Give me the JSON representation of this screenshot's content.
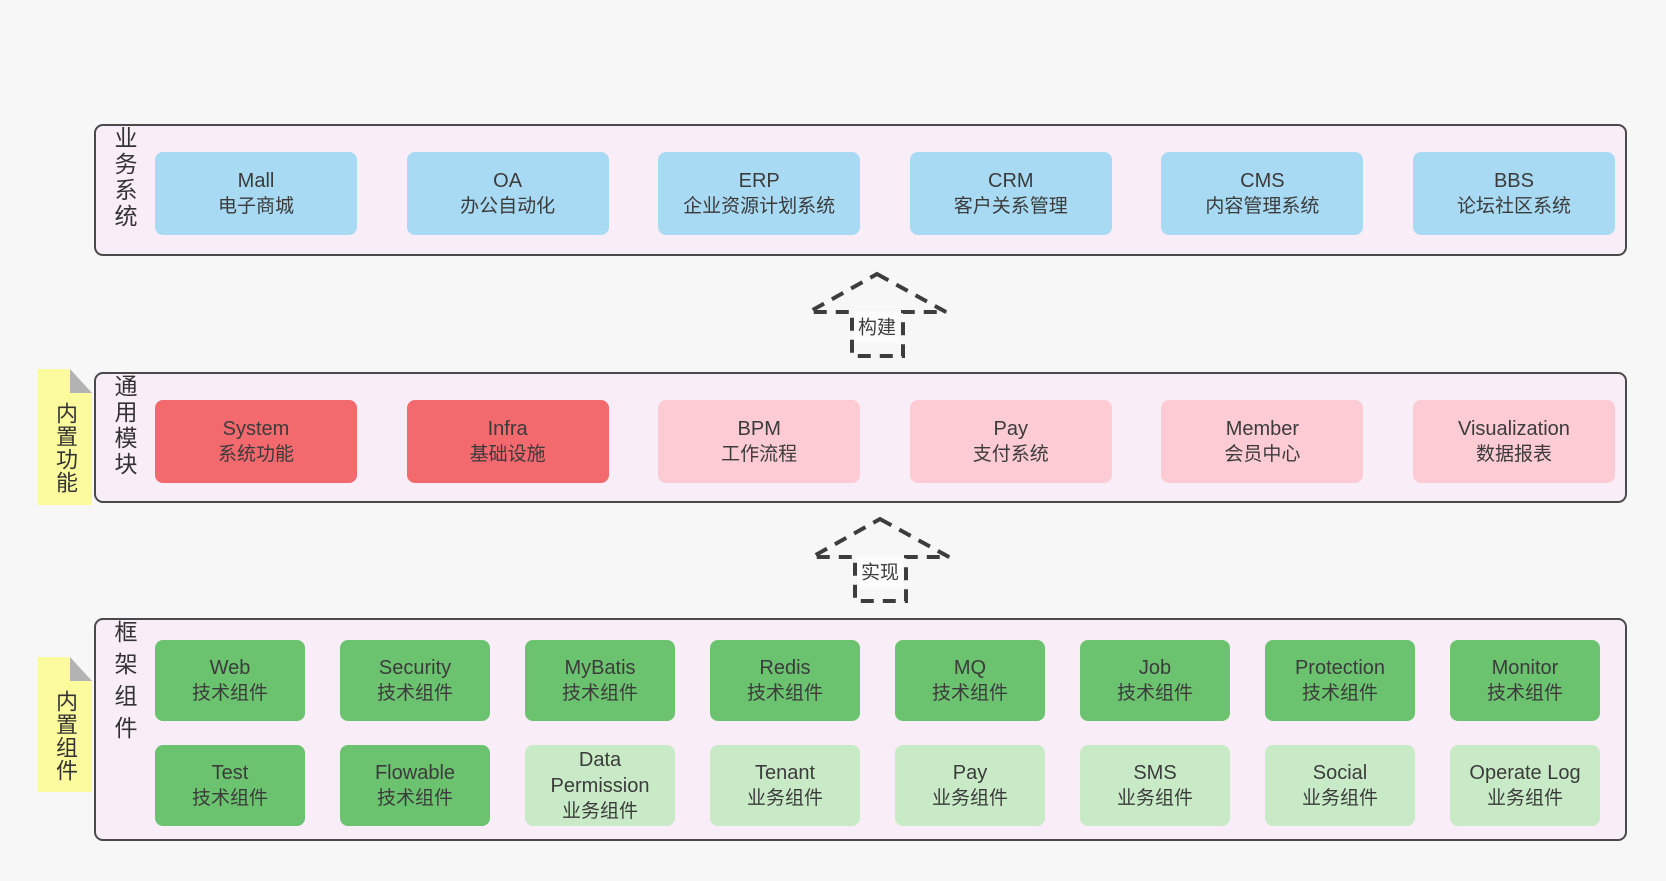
{
  "colors": {
    "page_bg": "#f7f7f7",
    "band_bg": "#f9eef7",
    "band_border": "#4a4a4a",
    "blue_box": "#a8daf3",
    "red_box": "#f2696e",
    "pink_box": "#fccbd4",
    "green_box": "#6cc36f",
    "light_green_box": "#c9eac6",
    "sticky_yellow": "#fbfb9e",
    "sticky_fold_gray": "#b3b3b3",
    "arrow_stroke": "#3d3d3d",
    "text": "#3b3b3b"
  },
  "bands": [
    {
      "side_label": "业务系统",
      "boxes": [
        {
          "name": "Mall",
          "desc": "电子商城",
          "variant": "blue"
        },
        {
          "name": "OA",
          "desc": "办公自动化",
          "variant": "blue"
        },
        {
          "name": "ERP",
          "desc": "企业资源计划系统",
          "variant": "blue"
        },
        {
          "name": "CRM",
          "desc": "客户关系管理",
          "variant": "blue"
        },
        {
          "name": "CMS",
          "desc": "内容管理系统",
          "variant": "blue"
        },
        {
          "name": "BBS",
          "desc": "论坛社区系统",
          "variant": "blue"
        }
      ]
    },
    {
      "side_label": "通用模块",
      "sticky": "内置功能",
      "boxes": [
        {
          "name": "System",
          "desc": "系统功能",
          "variant": "red"
        },
        {
          "name": "Infra",
          "desc": "基础设施",
          "variant": "red"
        },
        {
          "name": "BPM",
          "desc": "工作流程",
          "variant": "pink"
        },
        {
          "name": "Pay",
          "desc": "支付系统",
          "variant": "pink"
        },
        {
          "name": "Member",
          "desc": "会员中心",
          "variant": "pink"
        },
        {
          "name": "Visualization",
          "desc": "数据报表",
          "variant": "pink"
        }
      ]
    },
    {
      "side_label": "框架组件",
      "sticky": "内置组件",
      "rows": [
        [
          {
            "name": "Web",
            "desc": "技术组件",
            "variant": "green"
          },
          {
            "name": "Security",
            "desc": "技术组件",
            "variant": "green"
          },
          {
            "name": "MyBatis",
            "desc": "技术组件",
            "variant": "green"
          },
          {
            "name": "Redis",
            "desc": "技术组件",
            "variant": "green"
          },
          {
            "name": "MQ",
            "desc": "技术组件",
            "variant": "green"
          },
          {
            "name": "Job",
            "desc": "技术组件",
            "variant": "green"
          },
          {
            "name": "Protection",
            "desc": "技术组件",
            "variant": "green"
          },
          {
            "name": "Monitor",
            "desc": "技术组件",
            "variant": "green"
          }
        ],
        [
          {
            "name": "Test",
            "desc": "技术组件",
            "variant": "green"
          },
          {
            "name": "Flowable",
            "desc": "技术组件",
            "variant": "green"
          },
          {
            "name": "Data Permission",
            "desc": "业务组件",
            "variant": "lightgreen"
          },
          {
            "name": "Tenant",
            "desc": "业务组件",
            "variant": "lightgreen"
          },
          {
            "name": "Pay",
            "desc": "业务组件",
            "variant": "lightgreen"
          },
          {
            "name": "SMS",
            "desc": "业务组件",
            "variant": "lightgreen"
          },
          {
            "name": "Social",
            "desc": "业务组件",
            "variant": "lightgreen"
          },
          {
            "name": "Operate Log",
            "desc": "业务组件",
            "variant": "lightgreen"
          }
        ]
      ]
    }
  ],
  "arrows": [
    {
      "label": "构建"
    },
    {
      "label": "实现"
    }
  ]
}
